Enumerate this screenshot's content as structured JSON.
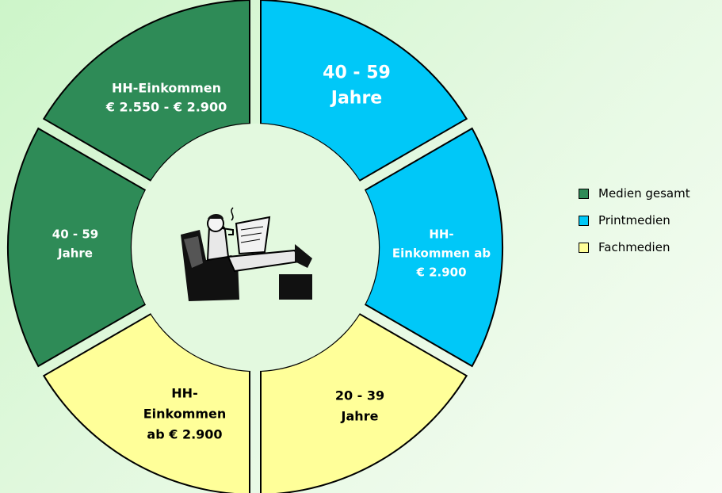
{
  "segments": [
    {
      "id": "top-left",
      "lines": [
        "HH-Einkommen",
        "€ 2.550 - € 2.900"
      ],
      "group": 0
    },
    {
      "id": "top-right",
      "lines": [
        "40 - 59",
        "Jahre"
      ],
      "group": 1
    },
    {
      "id": "right",
      "lines": [
        "HH-",
        "Einkommen ab",
        "€ 2.900"
      ],
      "group": 1
    },
    {
      "id": "bottom-right",
      "lines": [
        "20 - 39",
        "Jahre"
      ],
      "group": 2
    },
    {
      "id": "bottom-left",
      "lines": [
        "HH-",
        "Einkommen",
        "ab € 2.900"
      ],
      "group": 2
    },
    {
      "id": "left",
      "lines": [
        "40 - 59",
        "Jahre"
      ],
      "group": 0
    }
  ],
  "legend": [
    {
      "label": "Medien gesamt",
      "color": "#2e8b57"
    },
    {
      "label": "Printmedien",
      "color": "#00c8f8"
    },
    {
      "label": "Fachmedien",
      "color": "#ffff99"
    }
  ],
  "center_image": {
    "icon": "man-reading-newspaper-icon"
  }
}
